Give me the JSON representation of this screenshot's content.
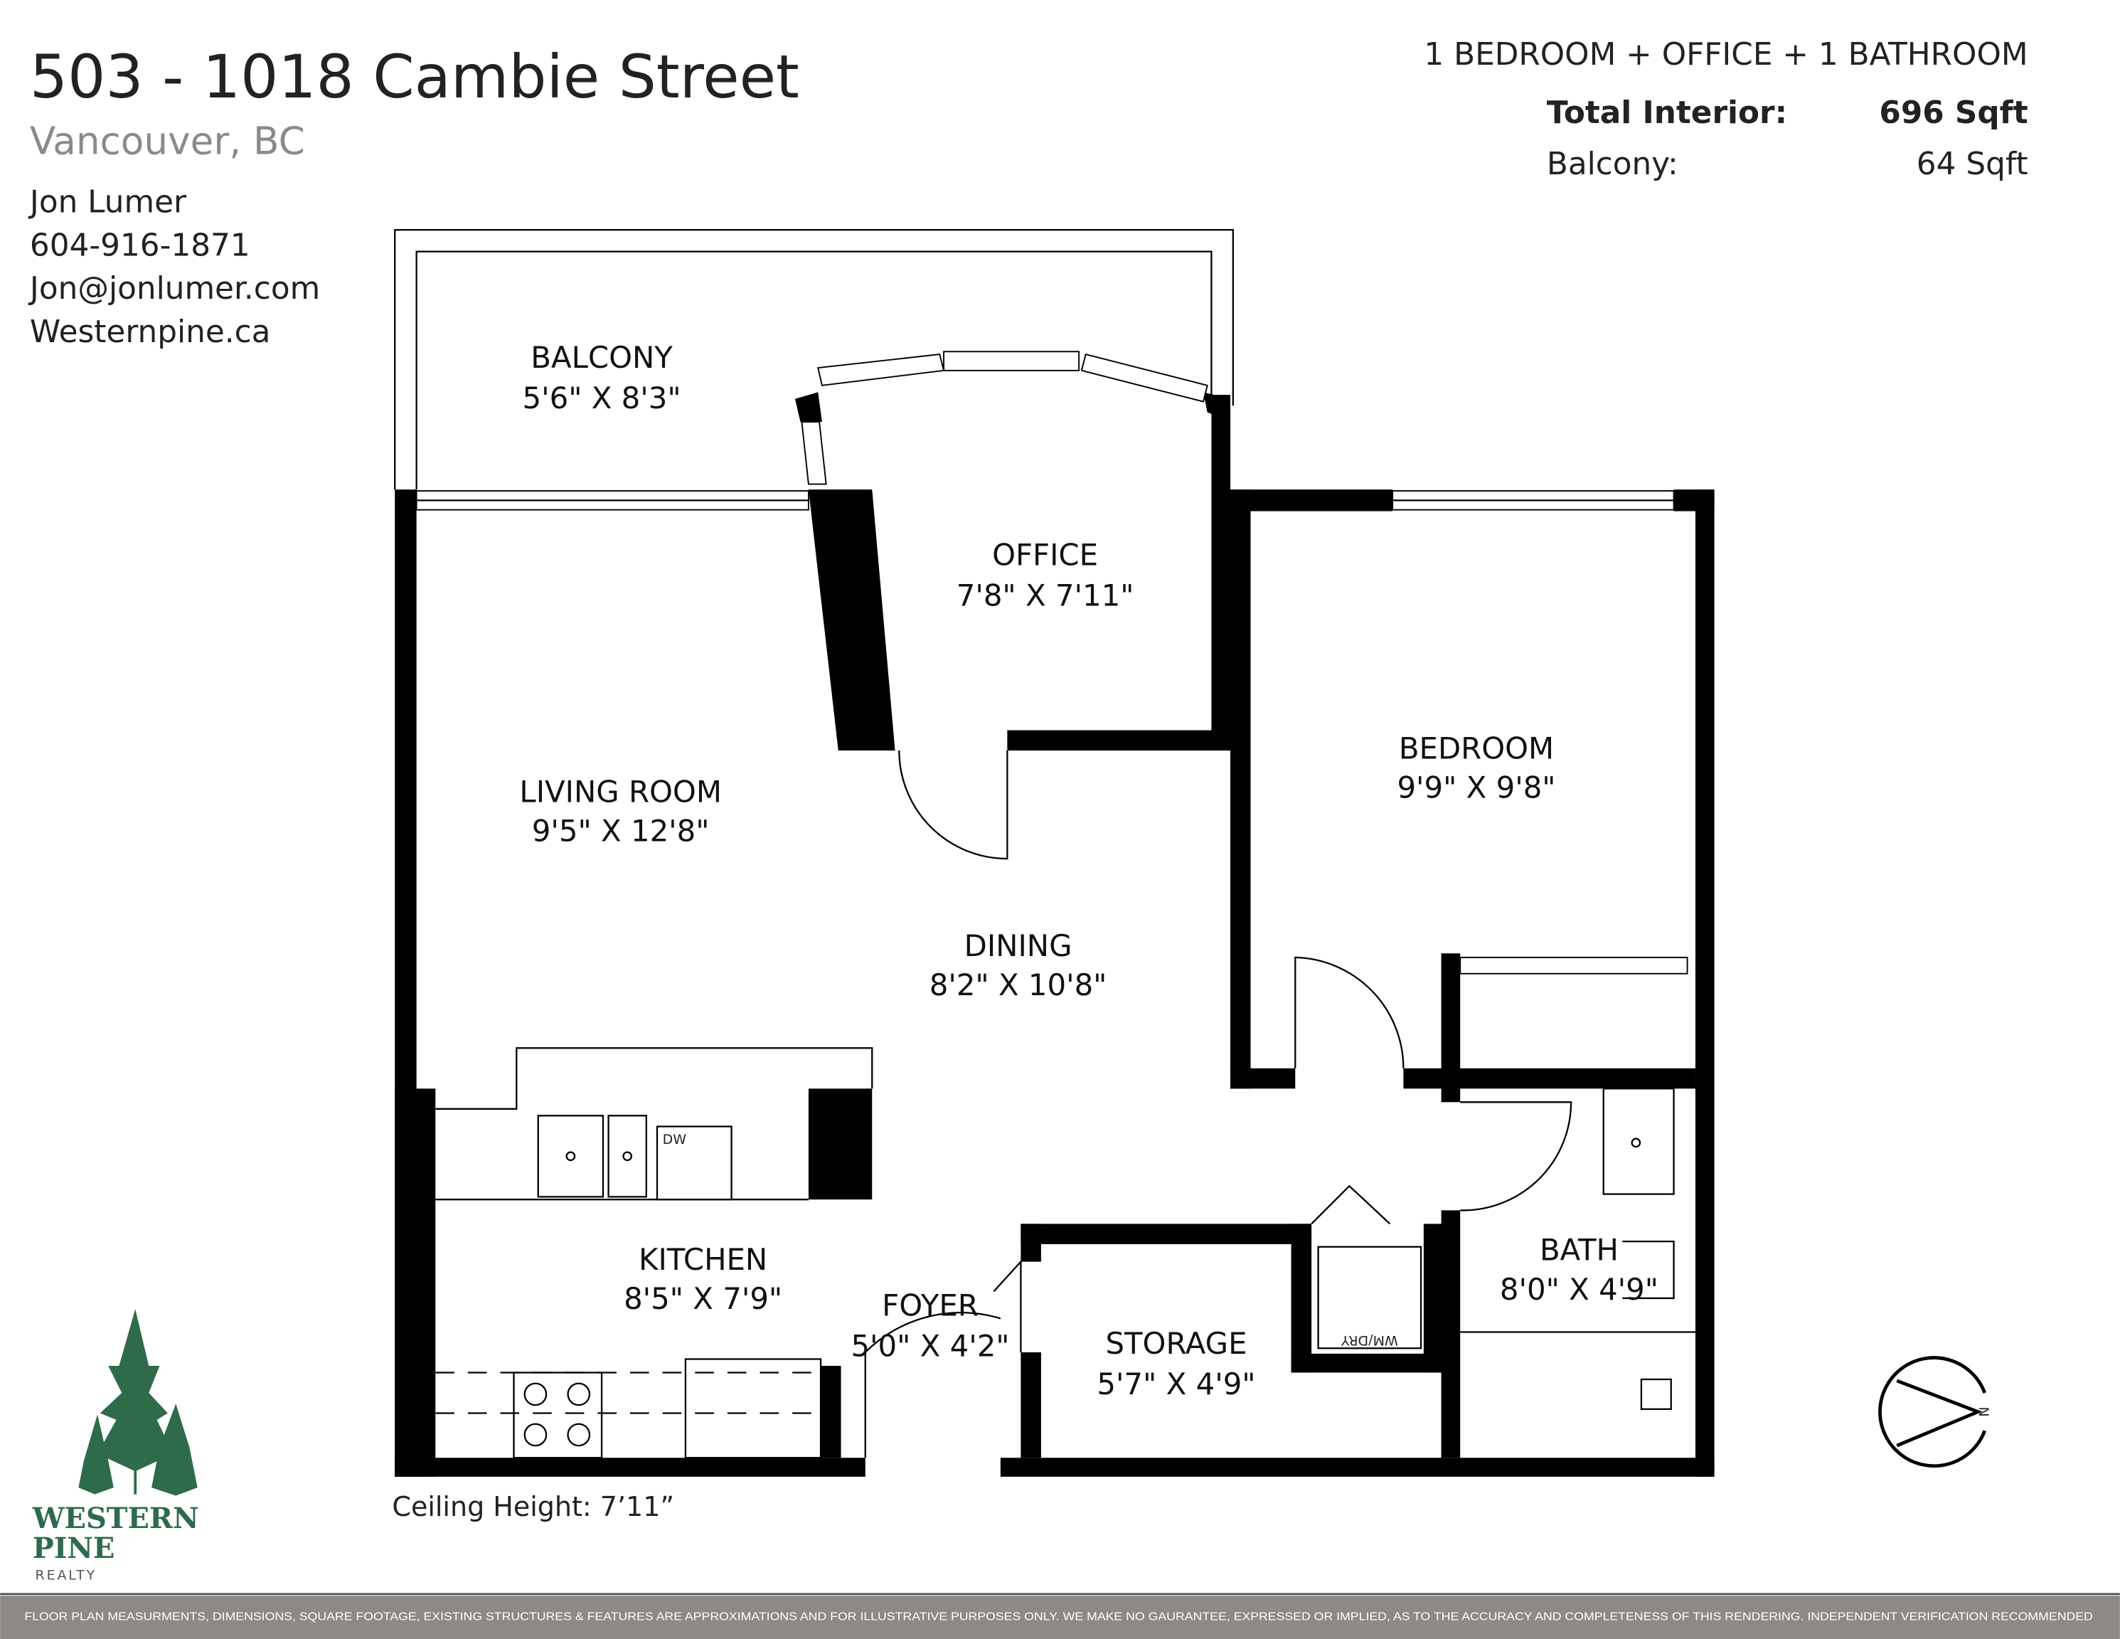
{
  "header": {
    "address": "503 - 1018 Cambie Street",
    "city": "Vancouver, BC",
    "agent_name": "Jon Lumer",
    "phone": "604-916-1871",
    "email": "Jon@jonlumer.com",
    "website": "Westernpine.ca"
  },
  "summary": {
    "layout": "1 BEDROOM + OFFICE + 1 BATHROOM",
    "total_label": "Total Interior:",
    "total_value": "696 Sqft",
    "balcony_label": "Balcony:",
    "balcony_value": "64 Sqft"
  },
  "rooms": [
    {
      "name": "BALCONY",
      "size": "5'6\" X 8'3\""
    },
    {
      "name": "OFFICE",
      "size": "7'8\" X 7'11\""
    },
    {
      "name": "LIVING ROOM",
      "size": "9'5\" X 12'8\""
    },
    {
      "name": "BEDROOM",
      "size": "9'9\" X 9'8\""
    },
    {
      "name": "DINING",
      "size": "8'2\" X 10'8\""
    },
    {
      "name": "KITCHEN",
      "size": "8'5\" X 7'9\""
    },
    {
      "name": "FOYER",
      "size": "5'0\" X 4'2\""
    },
    {
      "name": "STORAGE",
      "size": "5'7\" X 4'9\""
    },
    {
      "name": "BATH",
      "size": "8'0\" X 4'9\""
    }
  ],
  "fixtures": {
    "dishwasher": "DW",
    "washer_dryer": "WM/DRY"
  },
  "ceiling_height": "Ceiling Height: 7’11”",
  "compass": {
    "label": "N"
  },
  "logo": {
    "line1": "WESTERN",
    "line2": "PINE",
    "line3": "REALTY",
    "color": "#2e6b4a"
  },
  "disclaimer": "FLOOR PLAN MEASURMENTS, DIMENSIONS, SQUARE FOOTAGE, EXISTING STRUCTURES & FEATURES ARE APPROXIMATIONS AND FOR ILLUSTRATIVE PURPOSES ONLY. WE MAKE NO GAURANTEE, EXPRESSED OR IMPLIED, AS TO THE ACCURACY AND COMPLETENESS OF THIS RENDERING. INDEPENDENT VERIFICATION RECOMMENDED"
}
